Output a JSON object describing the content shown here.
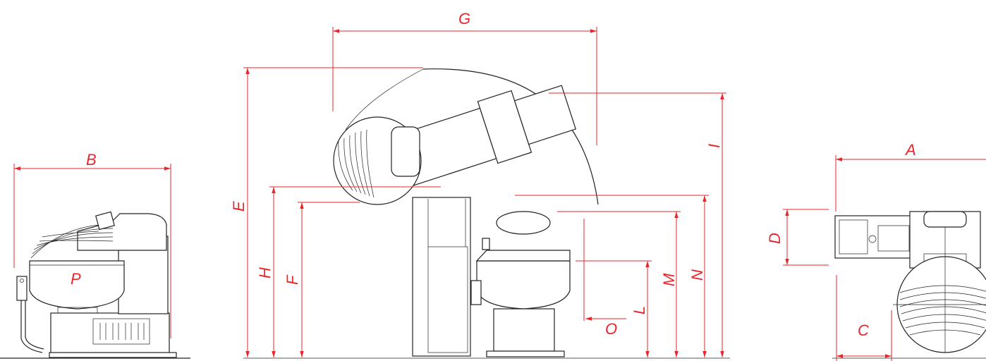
{
  "labels": {
    "A": "A",
    "B": "B",
    "C": "C",
    "D": "D",
    "E": "E",
    "F": "F",
    "G": "G",
    "H": "H",
    "I": "I",
    "L": "L",
    "M": "M",
    "N": "N",
    "O": "O",
    "P": "P"
  },
  "colors": {
    "dimension": "#e8252a",
    "machine": "#222222",
    "background": "#ffffff"
  }
}
